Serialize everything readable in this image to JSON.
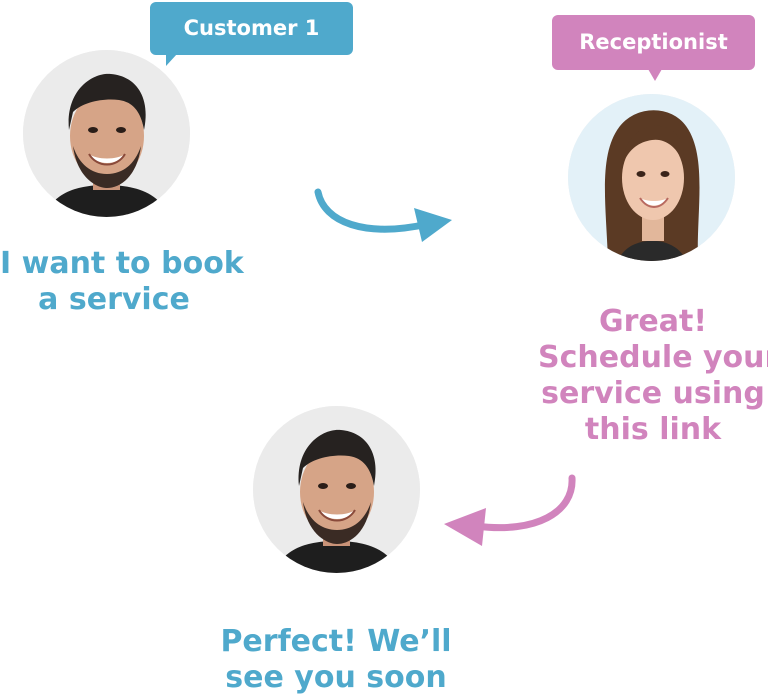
{
  "colors": {
    "customer": "#4fa9cc",
    "receptionist": "#d184bd"
  },
  "customer_bubble": {
    "label": "Customer 1"
  },
  "receptionist_bubble": {
    "label": "Receptionist"
  },
  "messages": {
    "customer_request": [
      "I want to book",
      "a service"
    ],
    "receptionist_reply": [
      "Great!",
      "Schedule your",
      "service using",
      "this link"
    ],
    "customer_confirm": [
      "Perfect! We’ll",
      "see you soon"
    ]
  },
  "icons": {
    "arrow_to_receptionist": "curved-arrow-right-icon",
    "arrow_to_customer": "curved-arrow-left-icon"
  }
}
